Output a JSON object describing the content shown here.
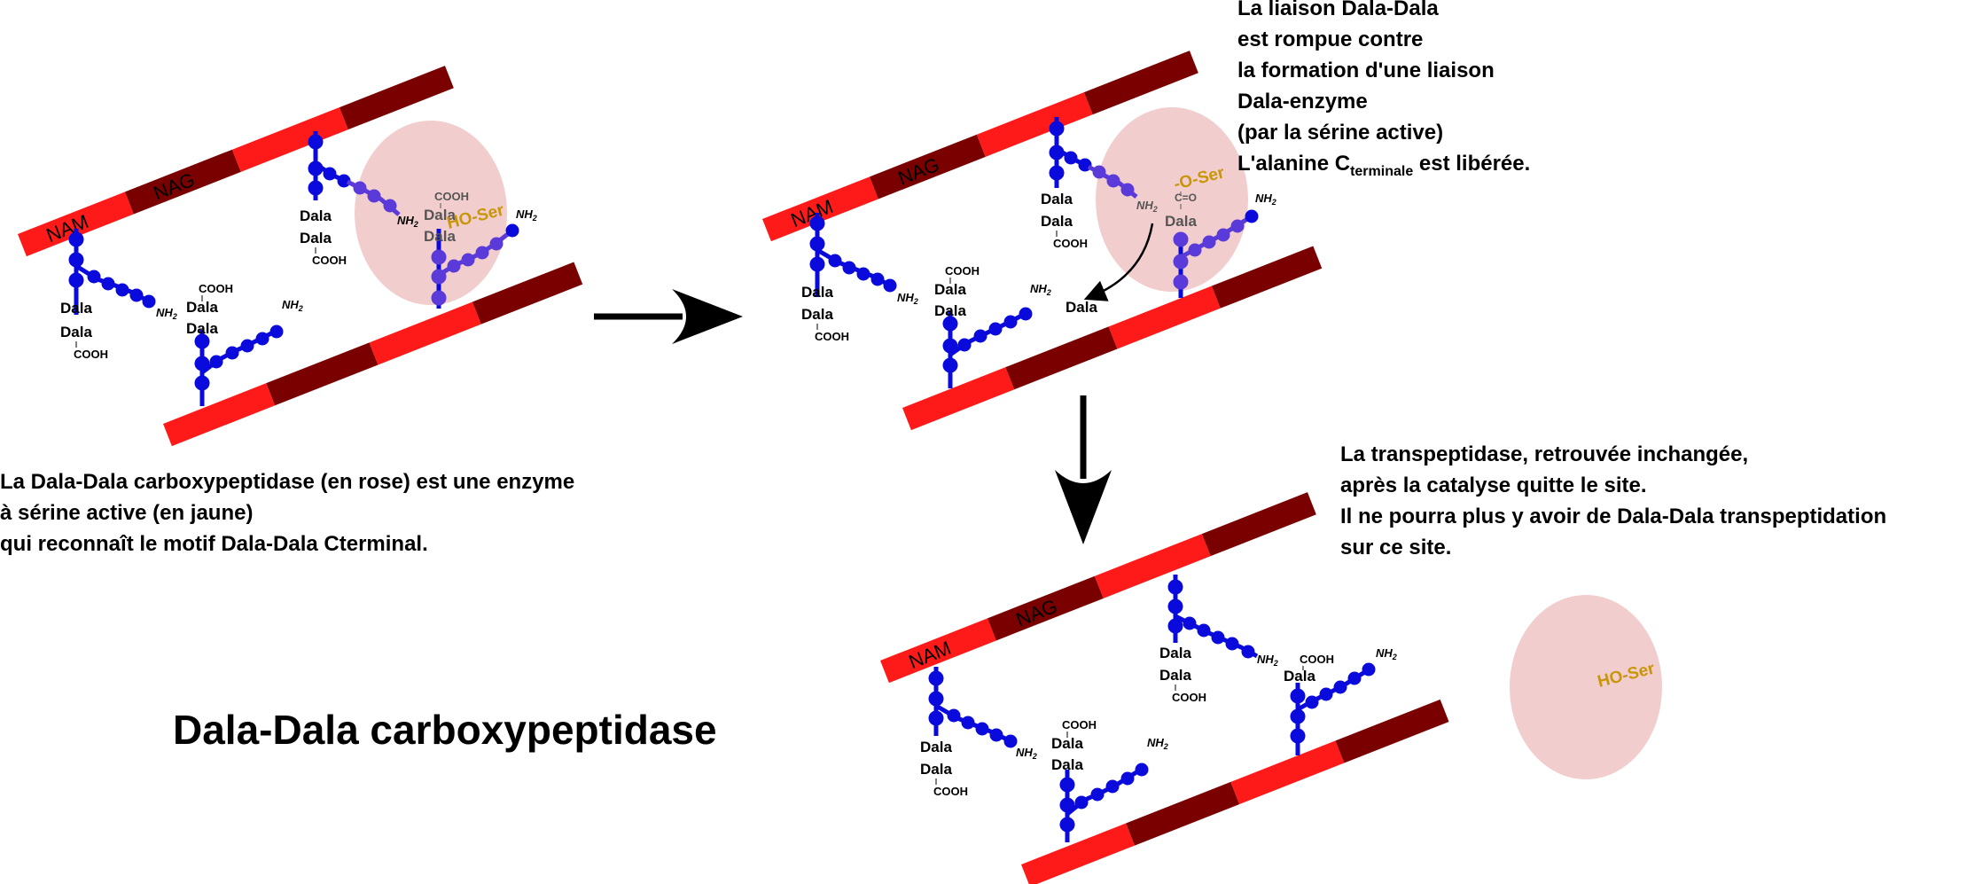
{
  "labels": {
    "nam": "NAM",
    "nag": "NAG",
    "dala": "Dala",
    "cooh": "COOH",
    "nh2": "NH",
    "nh2_sub": "2",
    "ho_ser": "HO-Ser",
    "o_ser": "-O-Ser",
    "co": "C=O"
  },
  "captions": {
    "panel1": [
      "La Dala-Dala carboxypeptidase (en rose) est une enzyme",
      "à sérine active (en jaune)",
      "qui reconnaît le motif Dala-Dala Cterminal."
    ],
    "panel2": {
      "lines": [
        "La liaison Dala-Dala",
        "est rompue contre",
        "la formation d'une liaison",
        "Dala-enzyme",
        "(par la  sérine active)"
      ],
      "last_prefix": "L'alanine C",
      "last_sub": "terminale",
      "last_suffix": " est libérée."
    },
    "panel3": [
      "La transpeptidase, retrouvée inchangée,",
      "après la catalyse quitte le site.",
      "Il ne pourra plus y avoir de Dala-Dala transpeptidation",
      "sur ce site."
    ],
    "title": "Dala-Dala carboxypeptidase"
  },
  "colors": {
    "red": "#ff1a1a",
    "dark_red": "#7a0000",
    "chain_blue": "#0a0adc",
    "chain_purple": "#5a3ad8",
    "enzyme_pink": "#f0c4c4",
    "serine_gold": "#c8960a",
    "arrow": "#000000"
  }
}
